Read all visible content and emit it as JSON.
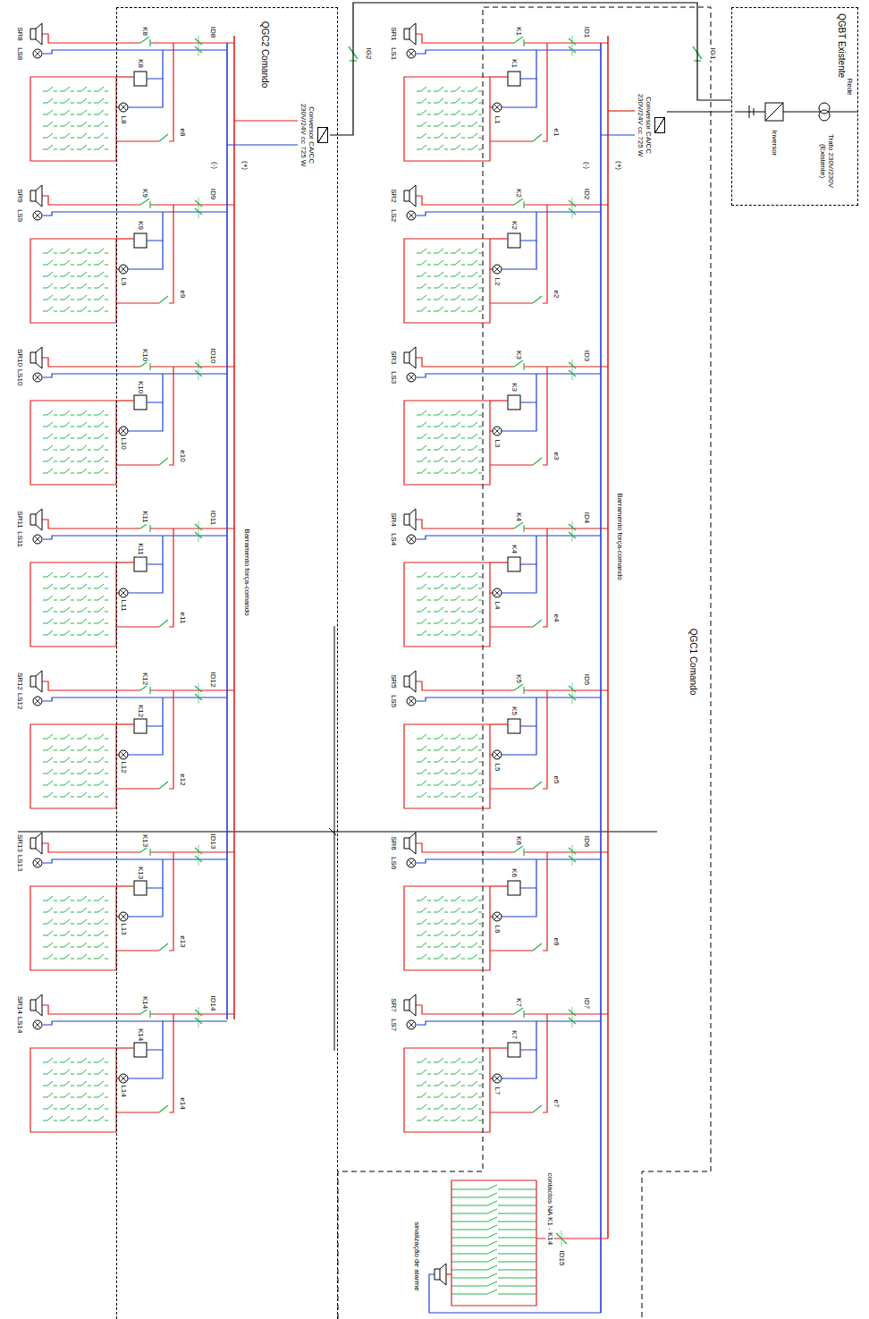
{
  "diagram": {
    "nodes": [
      {
        "text": [
          "QGC1 Comando"
        ]
      },
      {
        "text": [
          "QGC2 Comando"
        ]
      },
      {
        "text": [
          "QGBT Existente"
        ]
      },
      {
        "text": [
          "Conversor CA/CC 230V/24V cc 725 W"
        ],
        "in": 0
      },
      {
        "text": [
          "Conversor CA/CC 230V/24V cc 725 W"
        ],
        "in": 1
      }
    ],
    "edges": [
      {
        "from": 2,
        "to": 3,
        "arrow": "none"
      },
      {
        "from": 2,
        "to": 4,
        "arrow": "none"
      }
    ],
    "labels": [
      "(+)",
      "(-)",
      "Barramento força-comando",
      "(+)",
      "(-)",
      "Barramento força-comando",
      "IG1",
      "IG2",
      "Rede",
      "Inversor",
      "Trafo 230V/230V (Existente)",
      "contactos NA K1 - K14",
      "sinalização de alarme",
      "ID15",
      "SR1",
      "LS1",
      "K1",
      "K1",
      "L1",
      "ID1",
      "e1",
      "SR2",
      "LS2",
      "K2",
      "K2",
      "L2",
      "ID2",
      "e2",
      "SR3",
      "LS3",
      "K3",
      "K3",
      "L3",
      "ID3",
      "e3",
      "SR4",
      "LS4",
      "K4",
      "K4",
      "L4",
      "ID4",
      "e4",
      "SR5",
      "LS5",
      "K5",
      "K5",
      "L5",
      "ID5",
      "e5",
      "SR6",
      "LS6",
      "K6",
      "K6",
      "L6",
      "ID6",
      "e6",
      "SR7",
      "LS7",
      "K7",
      "K7",
      "L7",
      "ID7",
      "e7",
      "SR8",
      "LS8",
      "K8",
      "K8",
      "L8",
      "ID8",
      "e8",
      "SR9",
      "LS9",
      "K9",
      "K9",
      "L9",
      "ID9",
      "e9",
      "SR10",
      "LS10",
      "K10",
      "K10",
      "L10",
      "ID10",
      "e10",
      "SR11",
      "LS11",
      "K11",
      "K11",
      "L11",
      "ID11",
      "e11",
      "SR12",
      "LS12",
      "K12",
      "K12",
      "L12",
      "ID12",
      "e12",
      "SR13",
      "LS13",
      "K13",
      "K13",
      "L13",
      "ID13",
      "e13",
      "SR14",
      "LS14",
      "K14",
      "K14",
      "L14",
      "ID14",
      "e14"
    ]
  }
}
